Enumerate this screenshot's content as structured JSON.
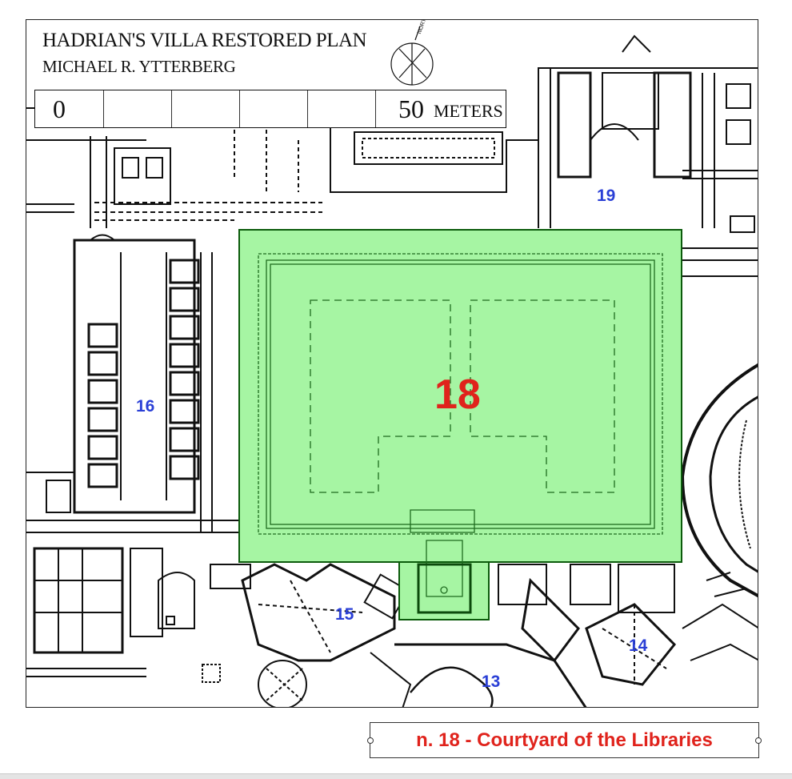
{
  "map": {
    "title": "HADRIAN'S VILLA RESTORED PLAN",
    "author": "MICHAEL R. YTTERBERG",
    "north_label": "NORTH",
    "scale_start": "0",
    "scale_end": "50",
    "scale_unit": "METERS",
    "highlight_color": "#a6f5a3",
    "zones": [
      {
        "id": "18",
        "label": "18",
        "color": "#e0231c",
        "highlighted": true
      },
      {
        "id": "19",
        "label": "19",
        "color": "#2a3fd6"
      },
      {
        "id": "16",
        "label": "16",
        "color": "#2a3fd6"
      },
      {
        "id": "15",
        "label": "15",
        "color": "#2a3fd6"
      },
      {
        "id": "14",
        "label": "14",
        "color": "#2a3fd6"
      },
      {
        "id": "13",
        "label": "13",
        "color": "#2a3fd6"
      }
    ]
  },
  "caption": {
    "text": "n. 18 - Courtyard of the Libraries",
    "color": "#e0231c"
  }
}
